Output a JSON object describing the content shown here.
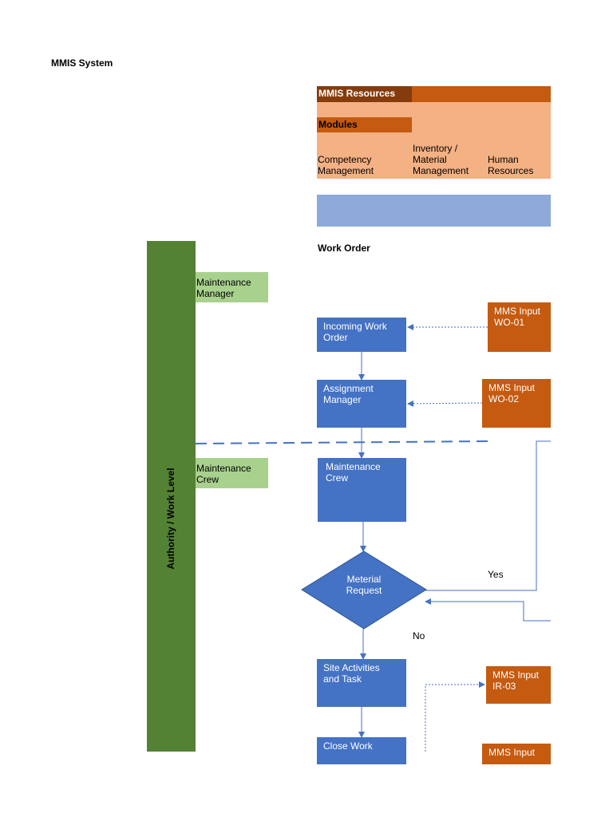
{
  "page_title": "MMIS System",
  "resources": {
    "header": "MMIS Resources",
    "modules_label": "Modules",
    "module_items": [
      "Competency\nManagement",
      "Inventory /\nMaterial\nManagement",
      "Human\nResources"
    ]
  },
  "section_title": "Work Order",
  "swimlane": {
    "axis_label": "Authority / Work Level",
    "roles": [
      "Maintenance\nManager",
      "Maintenance\nCrew"
    ]
  },
  "flow": {
    "incoming_work_order": "Incoming Work\nOrder",
    "assignment_manager": "Assignment\nManager",
    "maintenance_crew": "Maintenance\nCrew",
    "material_request": "Meterial\nRequest",
    "site_activities": "Site Activities\nand Task",
    "close_work": "Close Work"
  },
  "inputs": {
    "wo01": "MMS Input\nWO-01",
    "wo02": "MMS Input\nWO-02",
    "ir03": "MMS Input\nIR-03",
    "partial": "MMS Input"
  },
  "decision": {
    "yes": "Yes",
    "no": "No"
  },
  "colors": {
    "process_blue": "#4472c4",
    "input_orange": "#c55a11",
    "lane_green": "#548235",
    "role_green": "#a9d18e",
    "peach": "#f4b183",
    "header_brown": "#843c0c",
    "light_blue": "#8eaadb"
  }
}
